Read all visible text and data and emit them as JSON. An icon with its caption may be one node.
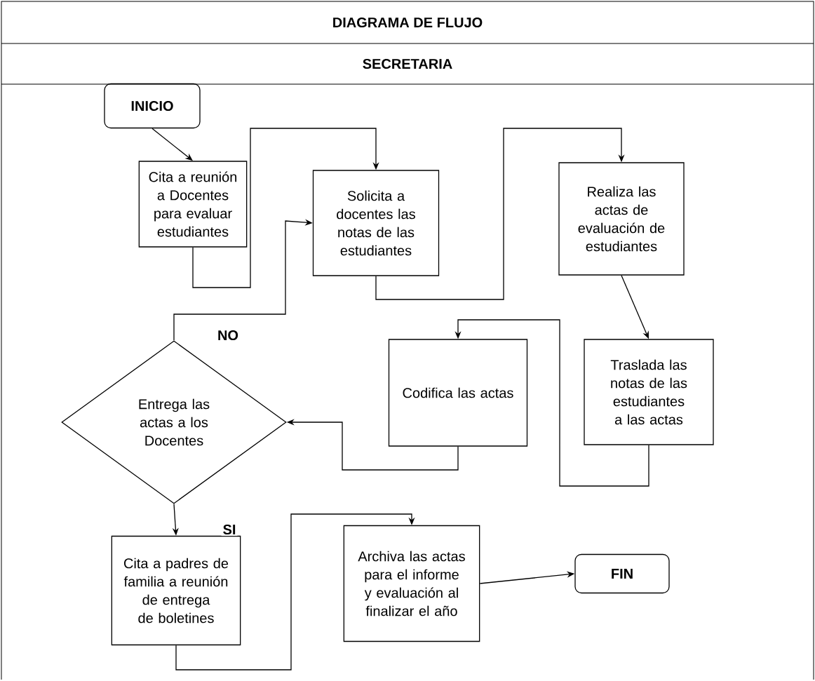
{
  "diagram": {
    "title": "DIAGRAMA DE FLUJO",
    "nodes": [
      {
        "text": [
          "INICIO"
        ]
      },
      {
        "text": [
          "Cita a reunión a Docentes para evaluar estudiantes"
        ]
      },
      {
        "text": [
          "Solicita a docentes las notas de las estudiantes"
        ]
      },
      {
        "text": [
          "Realiza las actas de evaluación de estudiantes"
        ]
      },
      {
        "text": [
          "Codifica las actas"
        ]
      },
      {
        "text": [
          "Traslada las notas de las estudiantes a las actas"
        ]
      },
      {
        "text": [
          "Entrega las actas a los Docentes"
        ]
      },
      {
        "text": [
          "Cita a padres de familia a reunión de entrega de boletines"
        ]
      },
      {
        "text": [
          "Archiva las actas para el informe y evaluación al finalizar el año"
        ]
      },
      {
        "text": [
          "FIN"
        ]
      }
    ],
    "edges": [
      {
        "from": 0,
        "to": 1,
        "arrow": "to"
      },
      {
        "from": 1,
        "to": 2,
        "arrow": "to"
      },
      {
        "from": 2,
        "to": 3,
        "arrow": "to"
      },
      {
        "from": 3,
        "to": 5,
        "arrow": "to"
      },
      {
        "from": 5,
        "to": 4,
        "arrow": "to"
      },
      {
        "from": 4,
        "to": 6,
        "arrow": "to"
      },
      {
        "from": 6,
        "to": 2,
        "arrow": "to",
        "label": "NO"
      },
      {
        "from": 6,
        "to": 7,
        "arrow": "to",
        "label": "SI"
      },
      {
        "from": 7,
        "to": 8,
        "arrow": "to"
      },
      {
        "from": 8,
        "to": 9,
        "arrow": "to"
      }
    ],
    "labels": [
      "SECRETARIA"
    ]
  }
}
